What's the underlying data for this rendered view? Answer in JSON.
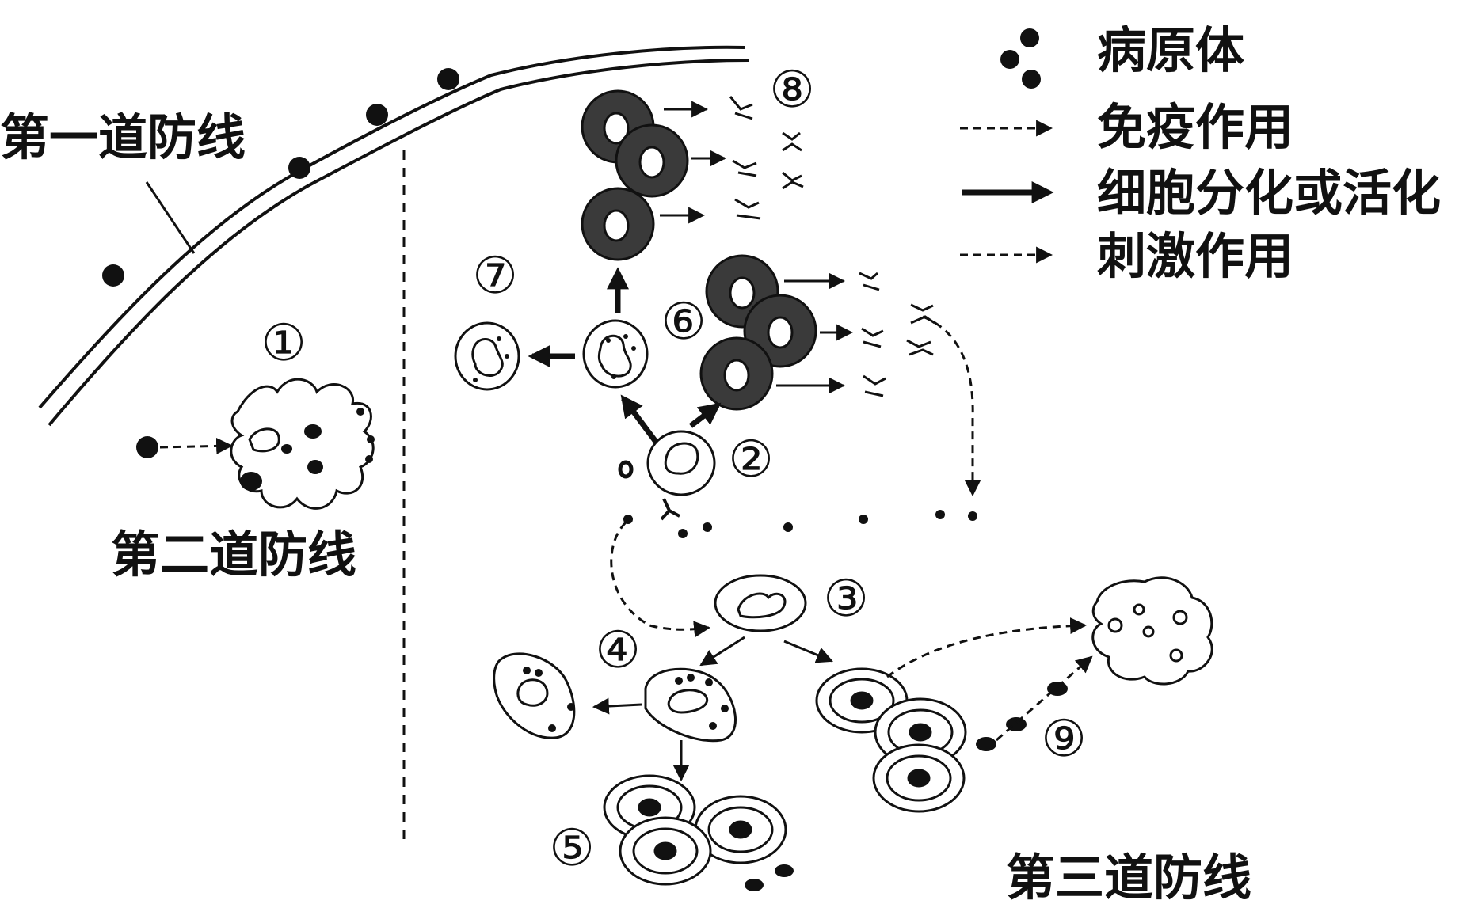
{
  "labels": {
    "first_line": "第一道防线",
    "second_line": "第二道防线",
    "third_line": "第三道防线"
  },
  "legend": {
    "pathogen": "病原体",
    "immune_action": "免疫作用",
    "differentiation": "细胞分化或活化",
    "stimulation": "刺激作用"
  },
  "markers": {
    "m1": "①",
    "m2": "②",
    "m3": "③",
    "m4": "④",
    "m5": "⑤",
    "m6": "⑥",
    "m7": "⑦",
    "m8": "⑧",
    "m9": "⑨"
  }
}
